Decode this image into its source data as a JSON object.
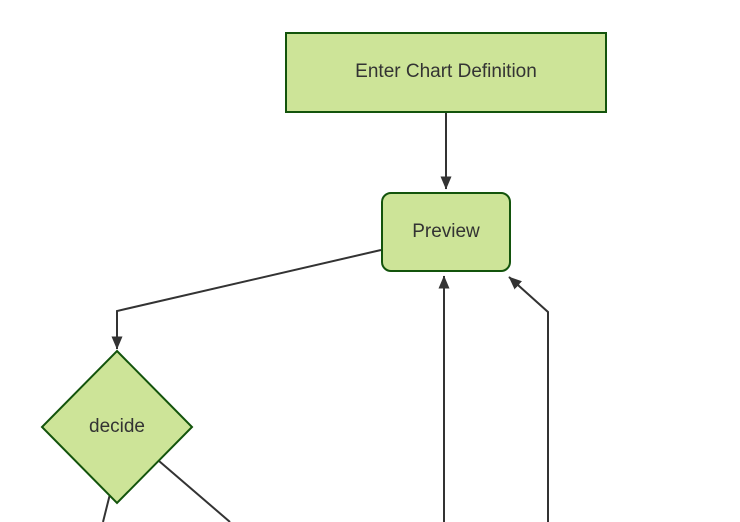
{
  "diagram": {
    "type": "flowchart",
    "background_color": "#ffffff",
    "node_fill_color": "#cde498",
    "node_border_color": "#13540c",
    "edge_color": "#333333",
    "arrowhead_color": "#333333",
    "text_color": "#333333",
    "nodes": [
      {
        "id": "enter-chart-definition",
        "label": "Enter Chart Definition",
        "shape": "rectangle"
      },
      {
        "id": "preview",
        "label": "Preview",
        "shape": "rounded-rectangle"
      },
      {
        "id": "decide",
        "label": "decide",
        "shape": "diamond"
      }
    ],
    "edges": [
      {
        "from": "enter-chart-definition",
        "to": "preview",
        "arrowhead": true
      },
      {
        "from": "preview",
        "to": "decide",
        "arrowhead": true
      },
      {
        "from": "offscreen-bottom",
        "to": "preview",
        "arrowhead": true
      },
      {
        "from": "offscreen-bottom-right",
        "to": "preview",
        "arrowhead": true
      },
      {
        "from": "decide",
        "to": "offscreen-bottom-left",
        "arrowhead": false
      },
      {
        "from": "decide",
        "to": "offscreen-bottom-right",
        "arrowhead": false
      }
    ]
  }
}
